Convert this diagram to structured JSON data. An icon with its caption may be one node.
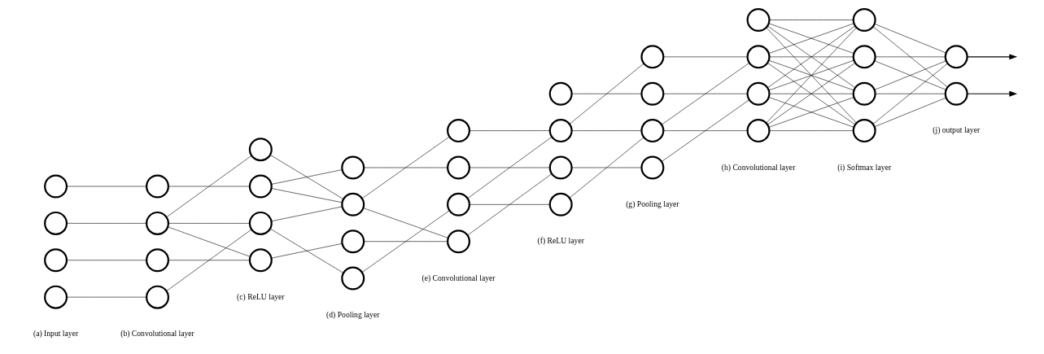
{
  "diagram": {
    "nodes": [
      {
        "text": [],
        "shape": "circle"
      },
      {
        "text": [],
        "shape": "circle"
      },
      {
        "text": [],
        "shape": "circle"
      },
      {
        "text": [],
        "shape": "circle"
      },
      {
        "text": [],
        "shape": "circle"
      },
      {
        "text": [],
        "shape": "circle"
      },
      {
        "text": [],
        "shape": "circle"
      },
      {
        "text": [],
        "shape": "circle"
      },
      {
        "text": [],
        "shape": "circle"
      },
      {
        "text": [],
        "shape": "circle"
      },
      {
        "text": [],
        "shape": "circle"
      },
      {
        "text": [],
        "shape": "circle"
      },
      {
        "text": [],
        "shape": "circle"
      },
      {
        "text": [],
        "shape": "circle"
      },
      {
        "text": [],
        "shape": "circle"
      },
      {
        "text": [],
        "shape": "circle"
      },
      {
        "text": [],
        "shape": "circle"
      },
      {
        "text": [],
        "shape": "circle"
      },
      {
        "text": [],
        "shape": "circle"
      },
      {
        "text": [],
        "shape": "circle"
      },
      {
        "text": [],
        "shape": "circle"
      },
      {
        "text": [],
        "shape": "circle"
      },
      {
        "text": [],
        "shape": "circle"
      },
      {
        "text": [],
        "shape": "circle"
      },
      {
        "text": [],
        "shape": "circle"
      },
      {
        "text": [],
        "shape": "circle"
      },
      {
        "text": [],
        "shape": "circle"
      },
      {
        "text": [],
        "shape": "circle"
      },
      {
        "text": [],
        "shape": "circle"
      },
      {
        "text": [],
        "shape": "circle"
      },
      {
        "text": [],
        "shape": "circle"
      },
      {
        "text": [],
        "shape": "circle"
      },
      {
        "text": [],
        "shape": "circle"
      },
      {
        "text": [],
        "shape": "circle"
      },
      {
        "text": [],
        "shape": "circle"
      },
      {
        "text": [],
        "shape": "circle"
      },
      {
        "text": [],
        "shape": "circle"
      },
      {
        "text": [],
        "shape": "circle"
      }
    ],
    "edges": [
      {
        "from": 0,
        "to": 4,
        "arrow": "none"
      },
      {
        "from": 1,
        "to": 5,
        "arrow": "none"
      },
      {
        "from": 2,
        "to": 6,
        "arrow": "none"
      },
      {
        "from": 3,
        "to": 7,
        "arrow": "none"
      },
      {
        "from": 4,
        "to": 9,
        "arrow": "none"
      },
      {
        "from": 5,
        "to": 8,
        "arrow": "none"
      },
      {
        "from": 5,
        "to": 10,
        "arrow": "none"
      },
      {
        "from": 5,
        "to": 11,
        "arrow": "none"
      },
      {
        "from": 6,
        "to": 11,
        "arrow": "none"
      },
      {
        "from": 7,
        "to": 10,
        "arrow": "none"
      },
      {
        "from": 8,
        "to": 13,
        "arrow": "none"
      },
      {
        "from": 9,
        "to": 12,
        "arrow": "none"
      },
      {
        "from": 9,
        "to": 13,
        "arrow": "none"
      },
      {
        "from": 10,
        "to": 13,
        "arrow": "none"
      },
      {
        "from": 10,
        "to": 15,
        "arrow": "none"
      },
      {
        "from": 11,
        "to": 14,
        "arrow": "none"
      },
      {
        "from": 12,
        "to": 17,
        "arrow": "none"
      },
      {
        "from": 13,
        "to": 16,
        "arrow": "none"
      },
      {
        "from": 13,
        "to": 19,
        "arrow": "none"
      },
      {
        "from": 14,
        "to": 19,
        "arrow": "none"
      },
      {
        "from": 15,
        "to": 18,
        "arrow": "none"
      },
      {
        "from": 16,
        "to": 21,
        "arrow": "none"
      },
      {
        "from": 17,
        "to": 22,
        "arrow": "none"
      },
      {
        "from": 18,
        "to": 21,
        "arrow": "none"
      },
      {
        "from": 18,
        "to": 23,
        "arrow": "none"
      },
      {
        "from": 19,
        "to": 22,
        "arrow": "none"
      },
      {
        "from": 20,
        "to": 25,
        "arrow": "none"
      },
      {
        "from": 21,
        "to": 24,
        "arrow": "none"
      },
      {
        "from": 21,
        "to": 26,
        "arrow": "none"
      },
      {
        "from": 22,
        "to": 27,
        "arrow": "none"
      },
      {
        "from": 23,
        "to": 26,
        "arrow": "none"
      },
      {
        "from": 24,
        "to": 29,
        "arrow": "none"
      },
      {
        "from": 25,
        "to": 30,
        "arrow": "none"
      },
      {
        "from": 26,
        "to": 29,
        "arrow": "none"
      },
      {
        "from": 26,
        "to": 31,
        "arrow": "none"
      },
      {
        "from": 27,
        "to": 30,
        "arrow": "none"
      },
      {
        "from": 28,
        "to": 32,
        "arrow": "none"
      },
      {
        "from": 28,
        "to": 33,
        "arrow": "none"
      },
      {
        "from": 28,
        "to": 34,
        "arrow": "none"
      },
      {
        "from": 28,
        "to": 35,
        "arrow": "none"
      },
      {
        "from": 29,
        "to": 32,
        "arrow": "none"
      },
      {
        "from": 29,
        "to": 33,
        "arrow": "none"
      },
      {
        "from": 29,
        "to": 34,
        "arrow": "none"
      },
      {
        "from": 29,
        "to": 35,
        "arrow": "none"
      },
      {
        "from": 30,
        "to": 32,
        "arrow": "none"
      },
      {
        "from": 30,
        "to": 33,
        "arrow": "none"
      },
      {
        "from": 30,
        "to": 34,
        "arrow": "none"
      },
      {
        "from": 30,
        "to": 35,
        "arrow": "none"
      },
      {
        "from": 31,
        "to": 32,
        "arrow": "none"
      },
      {
        "from": 31,
        "to": 33,
        "arrow": "none"
      },
      {
        "from": 31,
        "to": 34,
        "arrow": "none"
      },
      {
        "from": 31,
        "to": 35,
        "arrow": "none"
      },
      {
        "from": 32,
        "to": 36,
        "arrow": "none"
      },
      {
        "from": 32,
        "to": 37,
        "arrow": "none"
      },
      {
        "from": 33,
        "to": 36,
        "arrow": "none"
      },
      {
        "from": 33,
        "to": 37,
        "arrow": "none"
      },
      {
        "from": 34,
        "to": 36,
        "arrow": "none"
      },
      {
        "from": 34,
        "to": 37,
        "arrow": "none"
      },
      {
        "from": 35,
        "to": 36,
        "arrow": "none"
      },
      {
        "from": 35,
        "to": 37,
        "arrow": "none"
      },
      {
        "from": 36,
        "to": null,
        "arrow": "to"
      },
      {
        "from": 37,
        "to": null,
        "arrow": "to"
      }
    ],
    "labels": [
      "(a) Input layer",
      "(b) Convolutional layer",
      "(c) ReLU layer",
      "(d) Pooling layer",
      "(e) Convolutional layer",
      "(f) ReLU layer",
      "(g) Pooling layer",
      "(h) Convolutional layer",
      "(i) Softmax layer",
      "(j) output layer"
    ]
  }
}
